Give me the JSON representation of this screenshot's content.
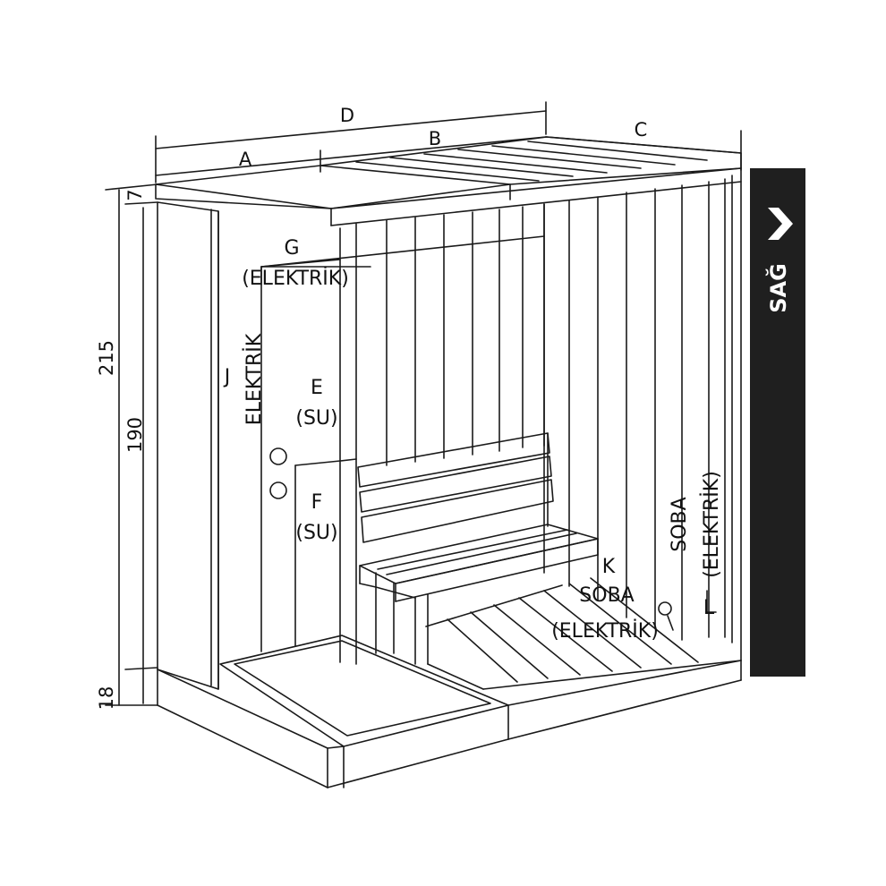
{
  "dimensions": {
    "top_total": "D",
    "top_left": "A",
    "top_middle": "B",
    "top_right": "C",
    "height_roof": "7",
    "height_total": "215",
    "height_wall": "190",
    "height_base": "18"
  },
  "labels": {
    "g": "G",
    "g_sub": "(ELEKTRİK)",
    "j": "J",
    "j_sub": "ELEKTRİK",
    "e": "E",
    "e_sub": "(SU)",
    "f": "F",
    "f_sub": "(SU)",
    "k": "K",
    "k_sub1": "SOBA",
    "k_sub2": "(ELEKTRİK)",
    "l": "L",
    "l_sub1": "SOBA",
    "l_sub2": "(ELEKTRİK)"
  },
  "side_panel": {
    "label": "SAĞ",
    "icon": "chevron-right-icon",
    "background": "#1f1f1f",
    "text_color": "#ffffff"
  },
  "colors": {
    "line": "#1a1a1a",
    "background": "#ffffff"
  }
}
